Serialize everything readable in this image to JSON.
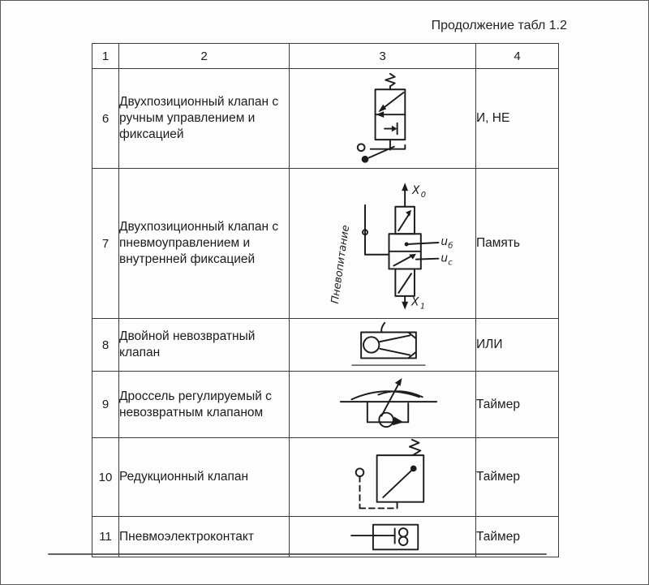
{
  "page": {
    "title": "Продолжение табл 1.2"
  },
  "table": {
    "headers": [
      "1",
      "2",
      "3",
      "4"
    ],
    "rows": [
      {
        "num": "6",
        "description": "Двухпозиционный клапан с ручным управлением и фиксацией",
        "symbol": "two-position-valve-manual-latch",
        "logic": "И, НЕ"
      },
      {
        "num": "7",
        "description": "Двухпозиционный клапан с пневмоуправлением и внутренней фиксацией",
        "symbol": "two-position-valve-pneumatic-latch",
        "logic": "Память"
      },
      {
        "num": "8",
        "description": "Двойной невозвратный клапан",
        "symbol": "double-check-valve",
        "logic": "ИЛИ"
      },
      {
        "num": "9",
        "description": "Дроссель регулируемый с невозвратным клапаном",
        "symbol": "adjustable-throttle-check-valve",
        "logic": "Таймер"
      },
      {
        "num": "10",
        "description": "Редукционный клапан",
        "symbol": "pressure-reducing-valve",
        "logic": "Таймер"
      },
      {
        "num": "11",
        "description": "Пневмоэлектроконтакт",
        "symbol": "pneumo-electric-contact",
        "logic": "Таймер"
      }
    ]
  },
  "symbol7_labels": {
    "supply": "Пневопитание",
    "top_main": "Х",
    "top_sub": "0",
    "mid1_main": "u",
    "mid1_sub": "б",
    "mid2_main": "u",
    "mid2_sub": "с",
    "bottom_main": "Х",
    "bottom_sub": "1"
  }
}
